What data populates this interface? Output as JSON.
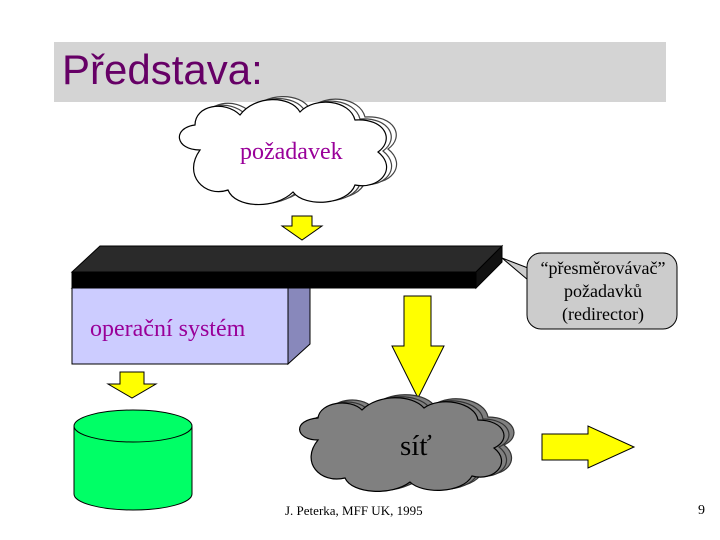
{
  "slide": {
    "title": "Představa:",
    "footer": "J. Peterka, MFF UK, 1995",
    "page_number": "9"
  },
  "diagram": {
    "request_label": "požadavek",
    "os_label": "operační systém",
    "network_label": "síť",
    "redirector_label": "“přesměrovávač” požadavků (redirector)"
  },
  "colors": {
    "title_bar": "#d4d4d4",
    "title_text": "#660066",
    "magenta_text": "#990099",
    "arrow_yellow": "#ffff00",
    "disk_green": "#00ff66",
    "os_box": "#ccccff",
    "network_cloud": "#808080"
  }
}
